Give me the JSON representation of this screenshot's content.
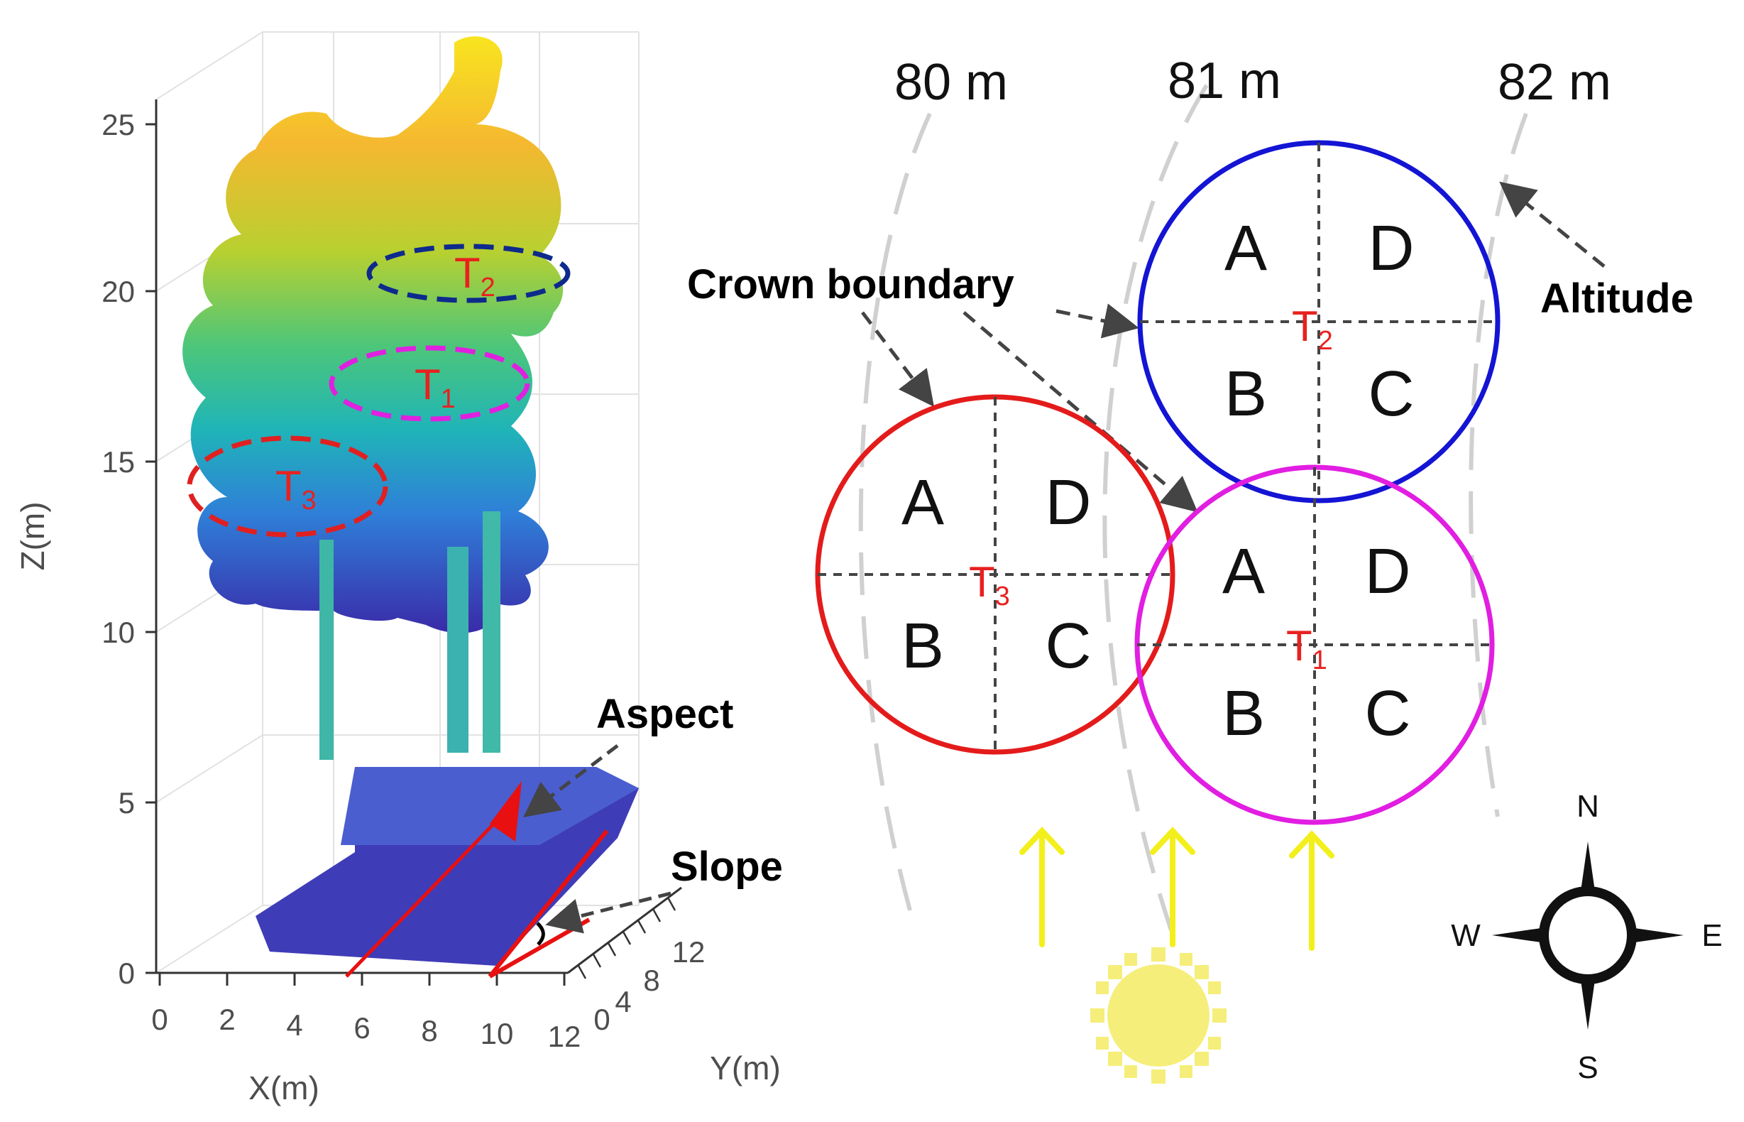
{
  "left_plot": {
    "z_ticks": [
      "0",
      "5",
      "10",
      "15",
      "20",
      "25"
    ],
    "x_ticks": [
      "0",
      "2",
      "4",
      "6",
      "8",
      "10",
      "12"
    ],
    "y_ticks": [
      "0",
      "4",
      "8",
      "12"
    ],
    "z_label": "Z(m)",
    "x_label": "X(m)",
    "y_label": "Y(m)",
    "aspect_label": "Aspect",
    "slope_label": "Slope",
    "trees": [
      {
        "letter": "T",
        "sub": "2",
        "color": "#0d2a8c"
      },
      {
        "letter": "T",
        "sub": "1",
        "color": "#e020e0"
      },
      {
        "letter": "T",
        "sub": "3",
        "color": "#e02020"
      }
    ]
  },
  "right_diagram": {
    "altitude_contours": [
      "80 m",
      "81 m",
      "82 m"
    ],
    "crown_boundary_label": "Crown boundary",
    "altitude_label": "Altitude",
    "crowns": [
      {
        "id": "T2",
        "letter": "T",
        "sub": "2",
        "color": "#1414d4",
        "quadrants": [
          "A",
          "D",
          "B",
          "C"
        ]
      },
      {
        "id": "T3",
        "letter": "T",
        "sub": "3",
        "color": "#e41b1b",
        "quadrants": [
          "A",
          "D",
          "B",
          "C"
        ]
      },
      {
        "id": "T1",
        "letter": "T",
        "sub": "1",
        "color": "#e11ee1",
        "quadrants": [
          "A",
          "D",
          "B",
          "C"
        ]
      }
    ],
    "sun_color": "#f5ee7a",
    "sun_ray_color": "#f3ef1c",
    "compass": {
      "n": "N",
      "s": "S",
      "e": "E",
      "w": "W"
    }
  }
}
